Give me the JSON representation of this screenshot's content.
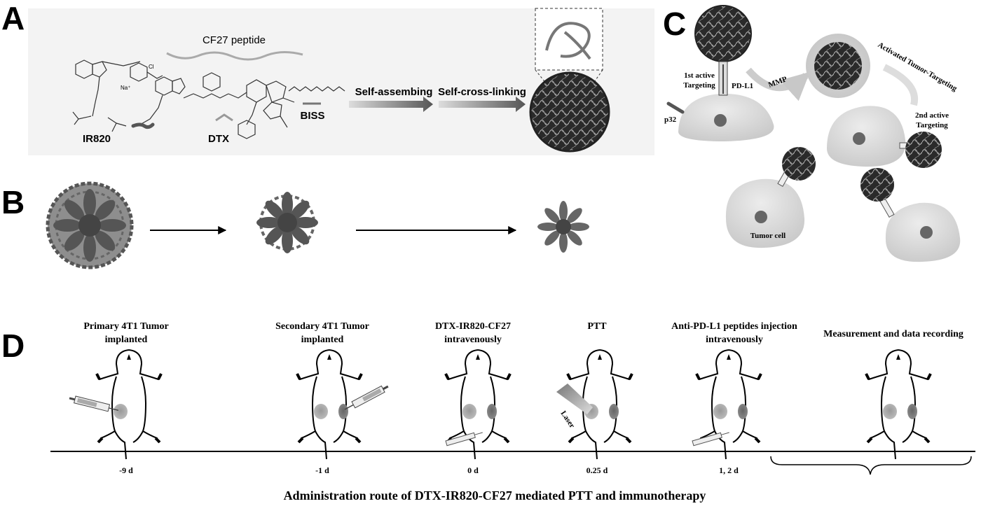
{
  "panels": {
    "a": "A",
    "b": "B",
    "c": "C",
    "d": "D"
  },
  "panel_a": {
    "peptide": "CF27 peptide",
    "ir820": "IR820",
    "na": "Na⁺",
    "dtx": "DTX",
    "biss": "BISS",
    "step1": "Self-assembing",
    "step2": "Self-cross-linking"
  },
  "panel_c": {
    "first_target_1": "1st active",
    "first_target_2": "Targeting",
    "pdl1": "PD-L1",
    "mmp": "MMP",
    "activated": "Activated Tumor-Targeting",
    "second_target_1": "2nd active",
    "second_target_2": "Targeting",
    "p32": "p32",
    "tumor_cell": "Tumor cell"
  },
  "panel_d": {
    "steps": [
      {
        "label1": "Primary 4T1 Tumor",
        "label2": "implanted",
        "time": "-9 d"
      },
      {
        "label1": "Secondary 4T1 Tumor",
        "label2": "implanted",
        "time": "-1 d"
      },
      {
        "label1": "DTX-IR820-CF27",
        "label2": "intravenously",
        "time": "0 d"
      },
      {
        "label1": "PTT",
        "label2": "",
        "time": "0.25 d"
      },
      {
        "label1": "Anti-PD-L1 peptides injection",
        "label2": "intravenously",
        "time": "1, 2 d"
      },
      {
        "label1": "Measurement and data recording",
        "label2": "",
        "time": ""
      }
    ],
    "laser": "Laser",
    "caption": "Administration route of DTX-IR820-CF27 mediated PTT and immunotherapy"
  }
}
